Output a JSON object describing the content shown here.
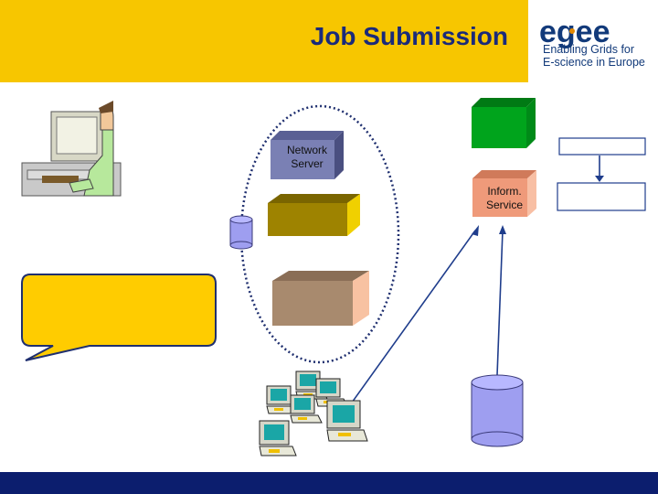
{
  "header": {
    "title": "Job Submission"
  },
  "logo": {
    "wordmark": "egee",
    "tagline_line1": "Enabling Grids for",
    "tagline_line2": "E-science in Europe"
  },
  "boxes": {
    "network_server": {
      "line1": "Network",
      "line2": "Server"
    },
    "information_service": {
      "line1": "Inform.",
      "line2": "Service"
    }
  },
  "colors": {
    "header_yellow": "#f7c600",
    "footer_blue": "#0c1e6e",
    "network_server_box": "#7a80b4",
    "olive_box": "#9e8300",
    "brown_box": "#a88a6e",
    "green_box": "#00a41c",
    "inform_service_box": "#ef9a7a",
    "callout": "#ffcc00",
    "database": "#9e9ef0",
    "connector_line": "#1f3d8c"
  },
  "icons": [
    "user-at-computer-icon",
    "computer-cluster-icon",
    "database-icon"
  ]
}
